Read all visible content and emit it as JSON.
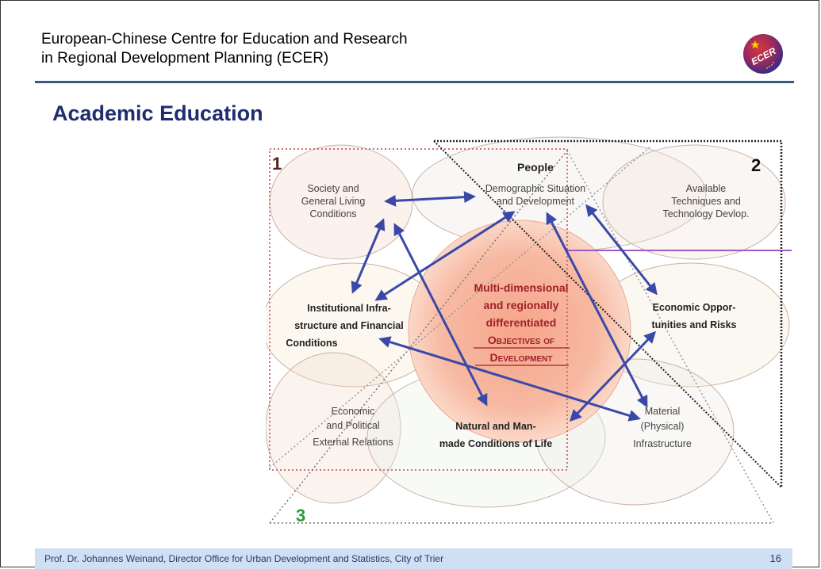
{
  "header": {
    "line1": "European-Chinese Centre for Education and Research",
    "line2": "in Regional Development Planning (ECER)",
    "logo_text": "ECER"
  },
  "title": "Academic Education",
  "diagram": {
    "corner_1": "1",
    "corner_2": "2",
    "corner_3": "3",
    "people": "People",
    "demographic_1": "Demographic Situation",
    "demographic_2": "and Development",
    "society_1": "Society and",
    "society_2": "General Living",
    "society_3": "Conditions",
    "techniques_1": "Available",
    "techniques_2": "Techniques and",
    "techniques_3": "Technology Devlop.",
    "institutional_1": "Institutional Infra-",
    "institutional_2": "structure and Financial",
    "institutional_3": "Conditions",
    "center_1": "Multi-dimensional",
    "center_2": "and regionally",
    "center_3": "differentiated",
    "center_4": "Objectives of",
    "center_5": "Development",
    "economic_1": "Economic Oppor-",
    "economic_2": "tunities and Risks",
    "external_1": "Economic",
    "external_2": "and Political",
    "external_3": "External Relations",
    "natural_1": "Natural and Man-",
    "natural_2": "made Conditions of Life",
    "material_1": "Material",
    "material_2": "(Physical)",
    "material_3": "Infrastructure"
  },
  "footer": {
    "text": "Prof. Dr. Johannes Weinand, Director Office for Urban Development and Statistics, City of Trier",
    "page": "16"
  },
  "colors": {
    "title": "#1f2d6e",
    "rule": "#3a5a86",
    "footer_bg": "#cfe0f4",
    "arrow": "#3a49a8",
    "center_text": "#a0202a"
  }
}
